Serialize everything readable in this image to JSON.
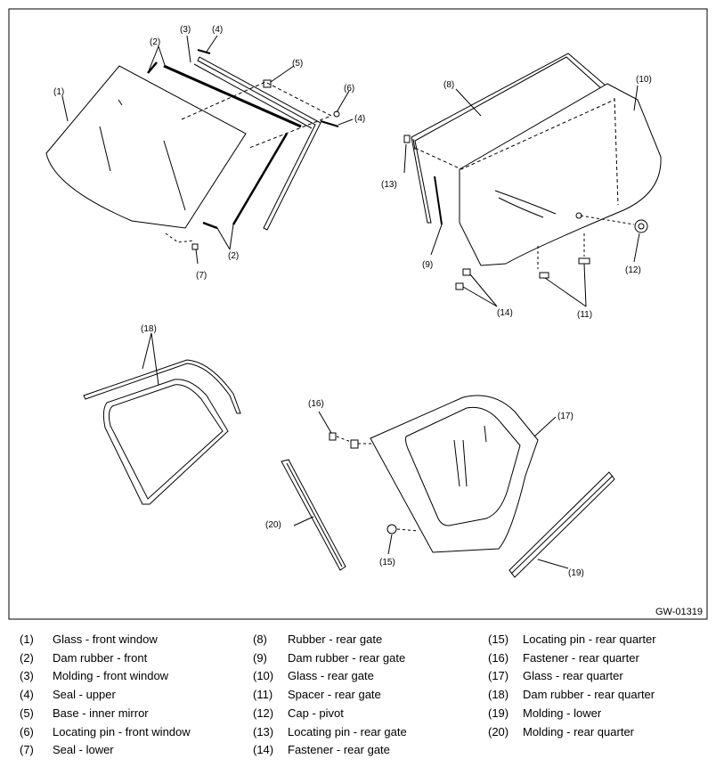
{
  "figure_id": "GW-01319",
  "callouts": {
    "c1": "(1)",
    "c2": "(2)",
    "c3": "(3)",
    "c4": "(4)",
    "c5": "(5)",
    "c6": "(6)",
    "c7": "(7)",
    "c8": "(8)",
    "c9": "(9)",
    "c10": "(10)",
    "c11": "(11)",
    "c12": "(12)",
    "c13": "(13)",
    "c14": "(14)",
    "c15": "(15)",
    "c16": "(16)",
    "c17": "(17)",
    "c18": "(18)",
    "c19": "(19)",
    "c20": "(20)"
  },
  "legend": [
    {
      "num": "(1)",
      "text": "Glass - front window"
    },
    {
      "num": "(2)",
      "text": "Dam rubber - front"
    },
    {
      "num": "(3)",
      "text": "Molding - front window"
    },
    {
      "num": "(4)",
      "text": "Seal - upper"
    },
    {
      "num": "(5)",
      "text": "Base - inner mirror"
    },
    {
      "num": "(6)",
      "text": "Locating pin - front window"
    },
    {
      "num": "(7)",
      "text": "Seal - lower"
    },
    {
      "num": "(8)",
      "text": "Rubber - rear gate"
    },
    {
      "num": "(9)",
      "text": "Dam rubber - rear gate"
    },
    {
      "num": "(10)",
      "text": "Glass - rear gate"
    },
    {
      "num": "(11)",
      "text": "Spacer - rear gate"
    },
    {
      "num": "(12)",
      "text": "Cap - pivot"
    },
    {
      "num": "(13)",
      "text": "Locating pin - rear gate"
    },
    {
      "num": "(14)",
      "text": "Fastener - rear gate"
    },
    {
      "num": "(15)",
      "text": "Locating pin - rear quarter"
    },
    {
      "num": "(16)",
      "text": "Fastener - rear quarter"
    },
    {
      "num": "(17)",
      "text": "Glass - rear quarter"
    },
    {
      "num": "(18)",
      "text": "Dam rubber - rear quarter"
    },
    {
      "num": "(19)",
      "text": "Molding - lower"
    },
    {
      "num": "(20)",
      "text": "Molding - rear quarter"
    }
  ]
}
